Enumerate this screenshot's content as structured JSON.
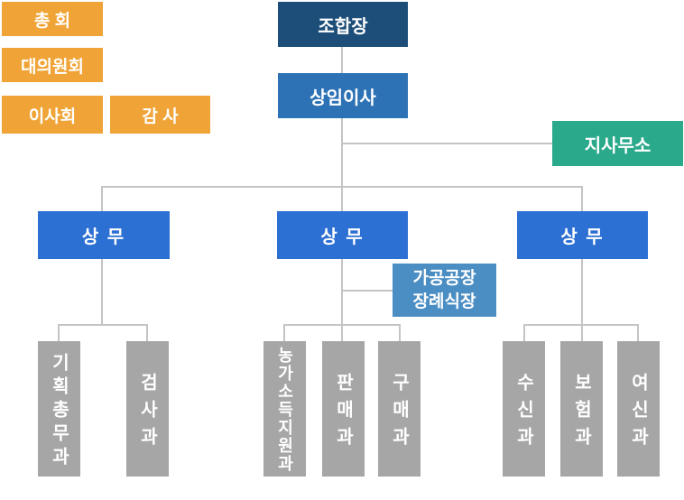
{
  "governance": {
    "items": [
      {
        "label": "총 회"
      },
      {
        "label": "대의원회"
      },
      {
        "label": "이사회"
      },
      {
        "label": "감 사"
      }
    ]
  },
  "hierarchy": {
    "chairman": "조합장",
    "standing_director": "상임이사",
    "branch_office": "지사무소",
    "managing_director_left": "상 무",
    "managing_director_center": "상 무",
    "managing_director_right": "상 무",
    "facility": {
      "line1": "가공공장",
      "line2": "장례식장"
    },
    "departments_left": [
      "기획총무과",
      "검사과"
    ],
    "departments_center": [
      "농가소득지원과",
      "판매과",
      "구매과"
    ],
    "departments_right": [
      "수신과",
      "보험과",
      "여신과"
    ]
  },
  "colors": {
    "orange": "#f0a437",
    "navy": "#1d4e79",
    "blue": "#2d72b5",
    "vivid_blue": "#2d70d4",
    "light_blue": "#4b8ec4",
    "teal": "#2aa98b",
    "gray": "#a6a6a6",
    "connector": "#c4c4c4"
  }
}
